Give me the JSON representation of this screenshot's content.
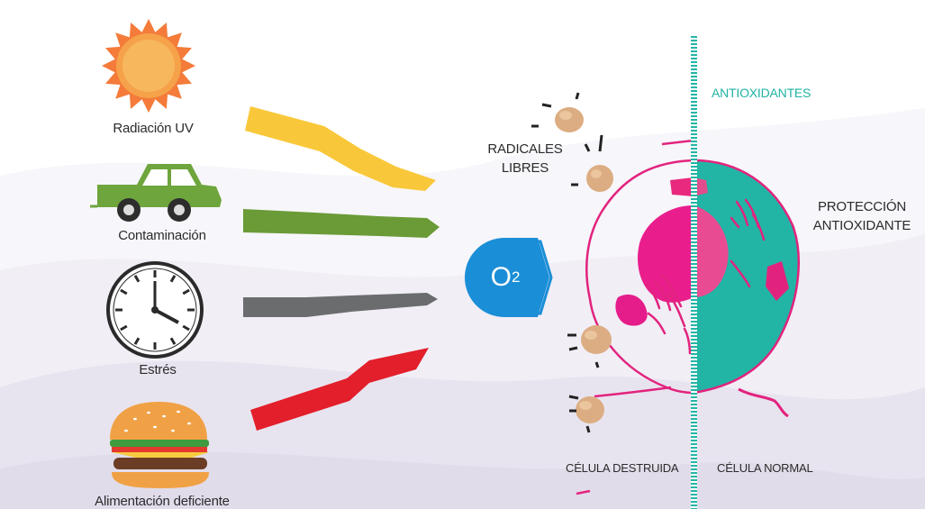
{
  "sources": [
    {
      "label": "Radiación UV",
      "icon": "sun-icon",
      "color": "#f7c63c"
    },
    {
      "label": "Contaminación",
      "icon": "car-icon",
      "color": "#6a9a3a"
    },
    {
      "label": "Estrés",
      "icon": "clock-icon",
      "color": "#6d6e70"
    },
    {
      "label": "Alimentación deficiente",
      "icon": "burger-icon",
      "color": "#e3202c"
    }
  ],
  "oxygen": {
    "symbol": "O",
    "subscript": "2",
    "color": "#1a8ed6"
  },
  "radicals_label": [
    "RADICALES",
    "LIBRES"
  ],
  "antioxidants_label": "ANTIOXIDANTES",
  "protection_label": [
    "PROTECCIÓN",
    "ANTIOXIDANTE"
  ],
  "destroyed_cell_label": "CÉLULA DESTRUIDA",
  "normal_cell_label": "CÉLULA NORMAL",
  "colors": {
    "teal": "#22b5a5",
    "magenta": "#e2237e",
    "radical": "#d9a77c",
    "background_wave": "#ece8f2"
  }
}
